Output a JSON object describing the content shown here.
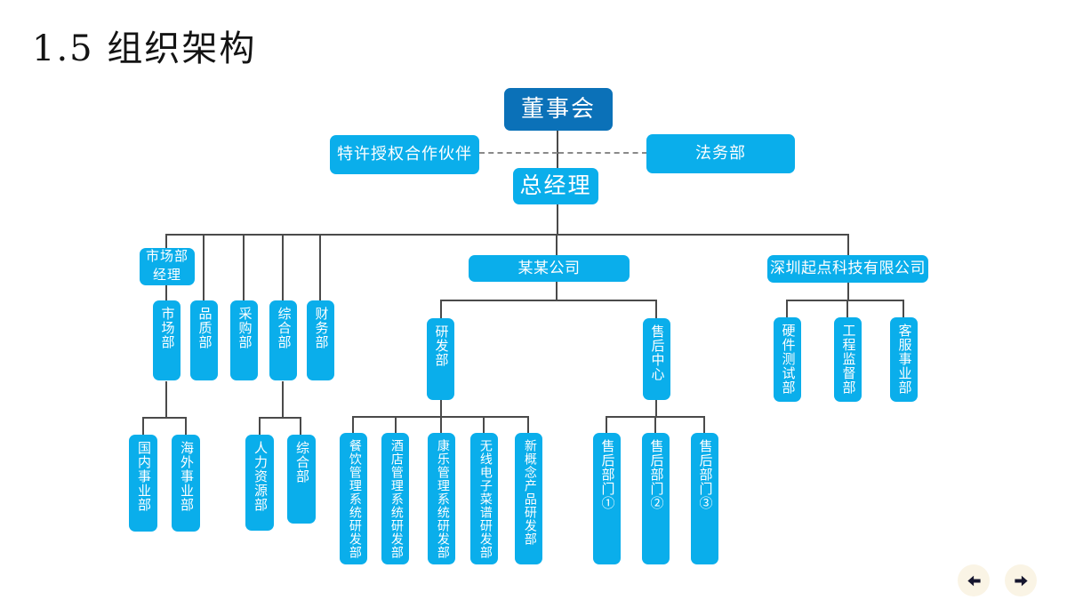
{
  "title": "1.5 组织架构",
  "colors": {
    "primary": "#0AAEEB",
    "dark": "#0B71B8",
    "line": "#4A4A4A",
    "dash": "#8A8A8A",
    "text": "#FFFFFF",
    "title_color": "#141414",
    "nav_bg": "#FAF4E5",
    "nav_arrow": "#16162E"
  },
  "nodes": {
    "board": "董事会",
    "franchise_partner": "特许授权合作伙伴",
    "legal": "法务部",
    "general_manager": "总经理",
    "marketing_manager": "市场部\n经理",
    "marketing": "市场部",
    "quality": "品质部",
    "purchasing": "采购部",
    "general_affairs": "综合部",
    "finance": "财务部",
    "company": "某某公司",
    "rnd": "研发部",
    "aftersales_center": "售后中心",
    "shenzhen_company": "深圳起点科技有限公司",
    "hardware_testing": "硬件测试部",
    "engineering_supervision": "工程监督部",
    "customer_service": "客服事业部",
    "domestic_division": "国内事业部",
    "overseas_division": "海外事业部",
    "human_resources": "人力资源部",
    "general_affairs_sub": "综合部",
    "catering_rnd": "餐饮管理系统研发部",
    "hotel_rnd": "酒店管理系统研发部",
    "recreation_rnd": "康乐管理系统研发部",
    "wireless_menu_rnd": "无线电子菜谱研发部",
    "new_concept_rnd": "新概念产品研发部",
    "aftersales_dept_1": "售后部门①",
    "aftersales_dept_2": "售后部门②",
    "aftersales_dept_3": "售后部门③"
  },
  "nav": {
    "prev_label": "previous-slide",
    "next_label": "next-slide"
  }
}
